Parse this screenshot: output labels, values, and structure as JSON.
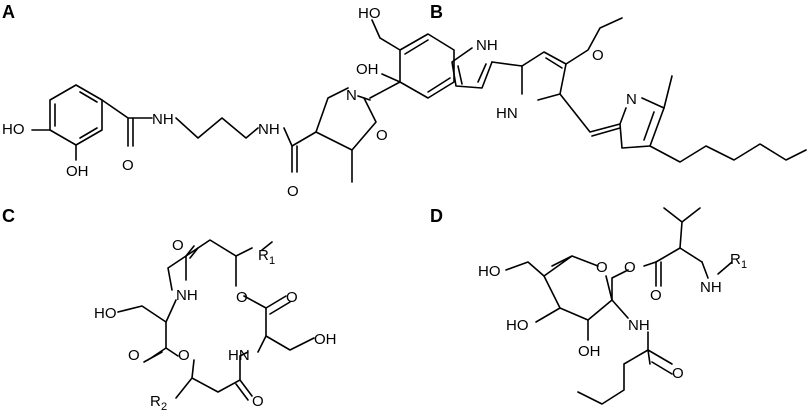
{
  "panels": {
    "a": {
      "label": "A",
      "atoms": {
        "oh1": "HO",
        "oh2": "HO",
        "oh3": "OH",
        "oh4": "OH",
        "nh1": "NH",
        "nh2": "NH",
        "n": "N",
        "o_ring": "O",
        "o1": "O",
        "o2": "O"
      }
    },
    "b": {
      "label": "B",
      "atoms": {
        "nh1": "NH",
        "hn": "HN",
        "n": "N",
        "o": "O"
      }
    },
    "c": {
      "label": "C",
      "atoms": {
        "r1": "R",
        "r1_sub": "1",
        "r2": "R",
        "r2_sub": "2",
        "o1": "O",
        "o2": "O",
        "o3": "O",
        "o4": "O",
        "o5": "O",
        "o6": "O",
        "nh1": "NH",
        "nh2": "HN",
        "ho": "HO",
        "oh": "OH"
      }
    },
    "d": {
      "label": "D",
      "atoms": {
        "ho1": "HO",
        "ho2": "HO",
        "oh": "OH",
        "o_ring": "O",
        "o_ester": "O",
        "o_carb": "O",
        "o_amide": "O",
        "nh1": "NH",
        "r1": "R",
        "r1_sub": "1",
        "nh2": "NH"
      }
    }
  }
}
